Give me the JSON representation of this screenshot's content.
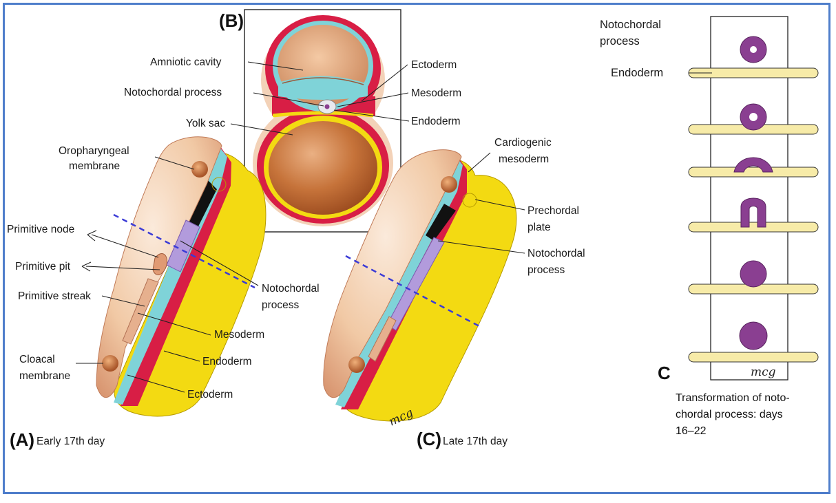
{
  "colors": {
    "border": "#4f7ecb",
    "ectoderm": "#7fd3d8",
    "mesoderm": "#d81e45",
    "endoderm": "#f3da12",
    "yolk": "#c6733a",
    "skin": "#f1c9a5",
    "notochord": "#8a3f91",
    "guide_line": "#3b3bd6"
  },
  "panel_b": {
    "letter": "(B)",
    "labels": {
      "amniotic_cavity": "Amniotic cavity",
      "notochordal_process": "Notochordal process",
      "yolk_sac": "Yolk sac",
      "ectoderm": "Ectoderm",
      "mesoderm": "Mesoderm",
      "endoderm": "Endoderm"
    }
  },
  "panel_a": {
    "letter": "(A)",
    "caption": "Early 17th day",
    "labels": {
      "oropharyngeal_1": "Oropharyngeal",
      "oropharyngeal_2": "membrane",
      "primitive_node": "Primitive node",
      "primitive_pit": "Primitive pit",
      "primitive_streak": "Primitive streak",
      "notochordal_1": "Notochordal",
      "notochordal_2": "process",
      "mesoderm": "Mesoderm",
      "endoderm": "Endoderm",
      "cloacal_1": "Cloacal",
      "cloacal_2": "membrane",
      "ectoderm": "Ectoderm"
    }
  },
  "panel_c_left": {
    "letter": "(C)",
    "caption": "Late 17th day",
    "labels": {
      "cardiogenic_1": "Cardiogenic",
      "cardiogenic_2": "mesoderm",
      "prechordal_1": "Prechordal",
      "prechordal_2": "plate",
      "notochordal_1": "Notochordal",
      "notochordal_2": "process"
    },
    "signature": "mcg"
  },
  "panel_c_right": {
    "letter": "C",
    "labels": {
      "notochordal_1": "Notochordal",
      "notochordal_2": "process",
      "endoderm": "Endoderm"
    },
    "caption_lines": [
      "Transformation of noto-",
      "chordal process: days",
      "16–22"
    ],
    "signature": "mcg"
  }
}
